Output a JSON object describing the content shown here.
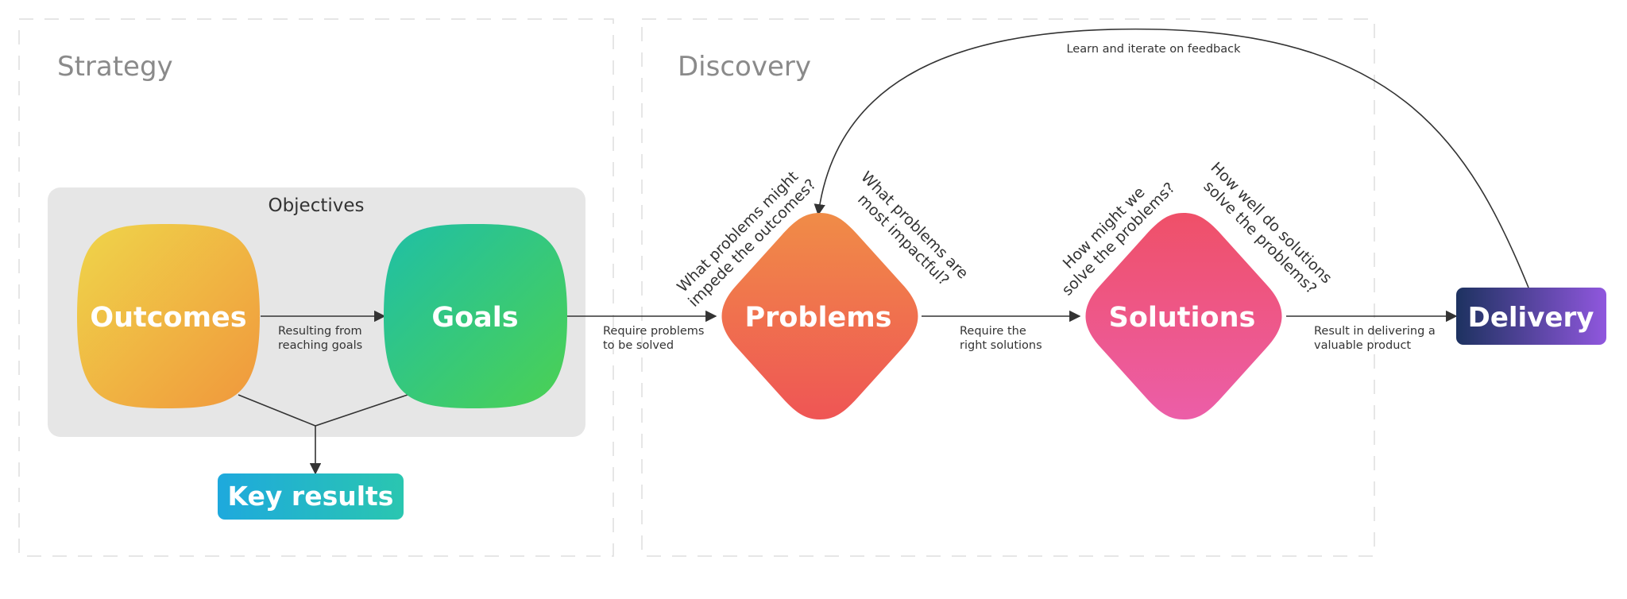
{
  "sections": {
    "strategy": "Strategy",
    "discovery": "Discovery"
  },
  "group": {
    "objectives": "Objectives"
  },
  "nodes": {
    "outcomes": "Outcomes",
    "goals": "Goals",
    "key_results": "Key results",
    "problems": "Problems",
    "solutions": "Solutions",
    "delivery": "Delivery"
  },
  "edge_labels": {
    "outcomes_goals": [
      "Resulting from",
      "reaching goals"
    ],
    "goals_problems": [
      "Require problems",
      "to be solved"
    ],
    "problems_solutions": [
      "Require the",
      "right solutions"
    ],
    "solutions_delivery": [
      "Result in delivering a",
      "valuable product"
    ],
    "feedback": "Learn and iterate on feedback"
  },
  "questions": {
    "problems_left": [
      "What problems might",
      "impede the outcomes?"
    ],
    "problems_right": [
      "What problems are",
      "most impactful?"
    ],
    "solutions_left": [
      "How might we",
      "solve the problems?"
    ],
    "solutions_right": [
      "How well do solutions",
      "solve the problems?"
    ]
  },
  "colors": {
    "outcomes": [
      "#efd54a",
      "#f0973c"
    ],
    "goals": [
      "#1fbfa6",
      "#4cd152"
    ],
    "key_results": [
      "#1ea9dd",
      "#2ac6b0"
    ],
    "problems": [
      "#f08c47",
      "#ef5555"
    ],
    "solutions": [
      "#ef5068",
      "#ec5ea8"
    ],
    "delivery": [
      "#1d3260",
      "#9057de"
    ],
    "section_title": "#8a8a8a",
    "group_bg": "#e6e6e6",
    "line": "#333333"
  }
}
